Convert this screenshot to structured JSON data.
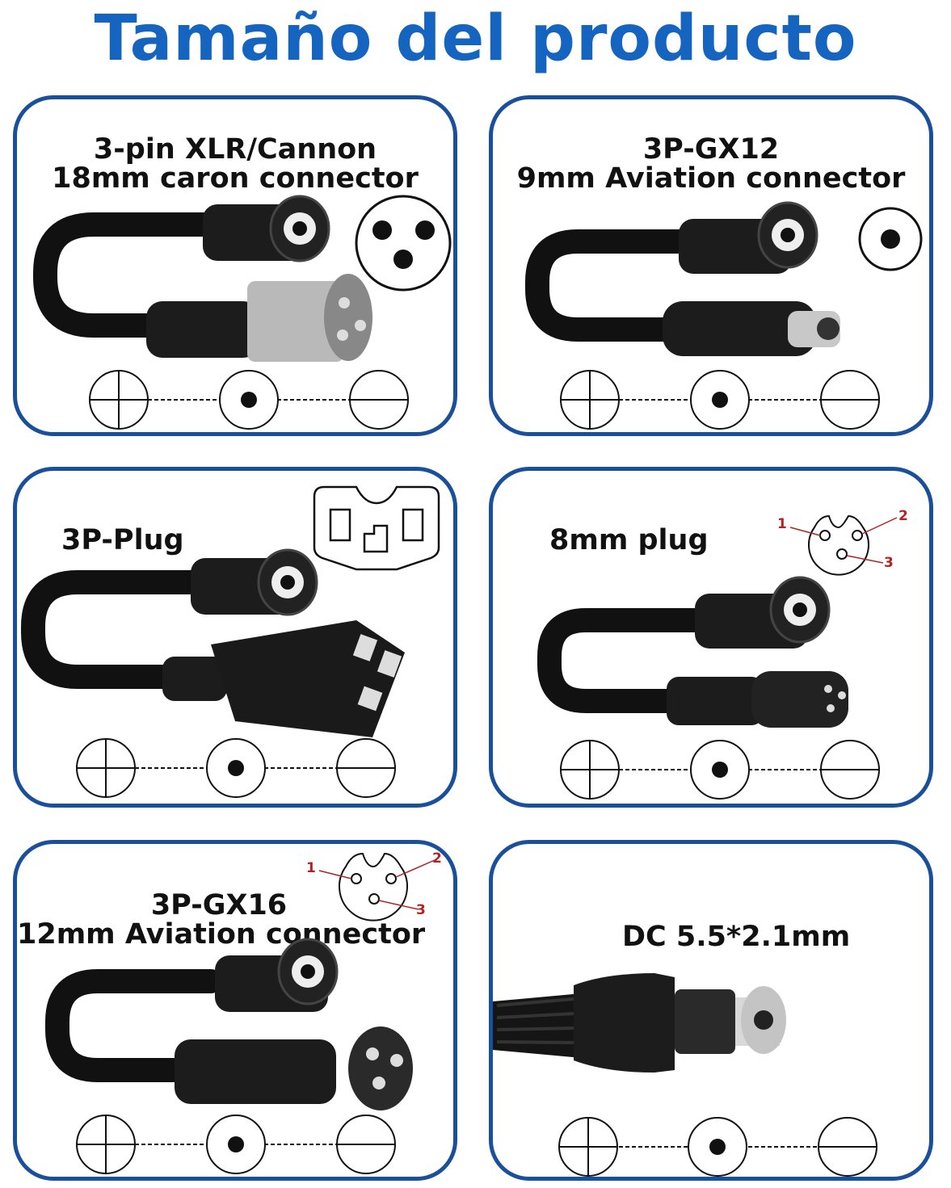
{
  "page": {
    "title": "Tamaño del producto"
  },
  "connectors": [
    {
      "name_line1": "3-pin XLR/Cannon",
      "name_line2": "18mm caron connector"
    },
    {
      "name_line1": "3P-GX12",
      "name_line2": "9mm Aviation connector"
    },
    {
      "name_line1": "3P-Plug"
    },
    {
      "name_line1": "8mm plug",
      "pin_labels": [
        "1",
        "2",
        "3"
      ]
    },
    {
      "name_line1": "3P-GX16",
      "name_line2": "12mm Aviation connector",
      "pin_labels": [
        "1",
        "2",
        "3"
      ]
    },
    {
      "name_line1": "DC 5.5*2.1mm"
    }
  ],
  "colors": {
    "title": "#1565c0",
    "border": "#1a4f9c",
    "pin_label": "#b22222"
  },
  "icons": [
    "plus-symbol-icon",
    "center-dot-icon",
    "minus-symbol-icon",
    "pinout-icon"
  ]
}
